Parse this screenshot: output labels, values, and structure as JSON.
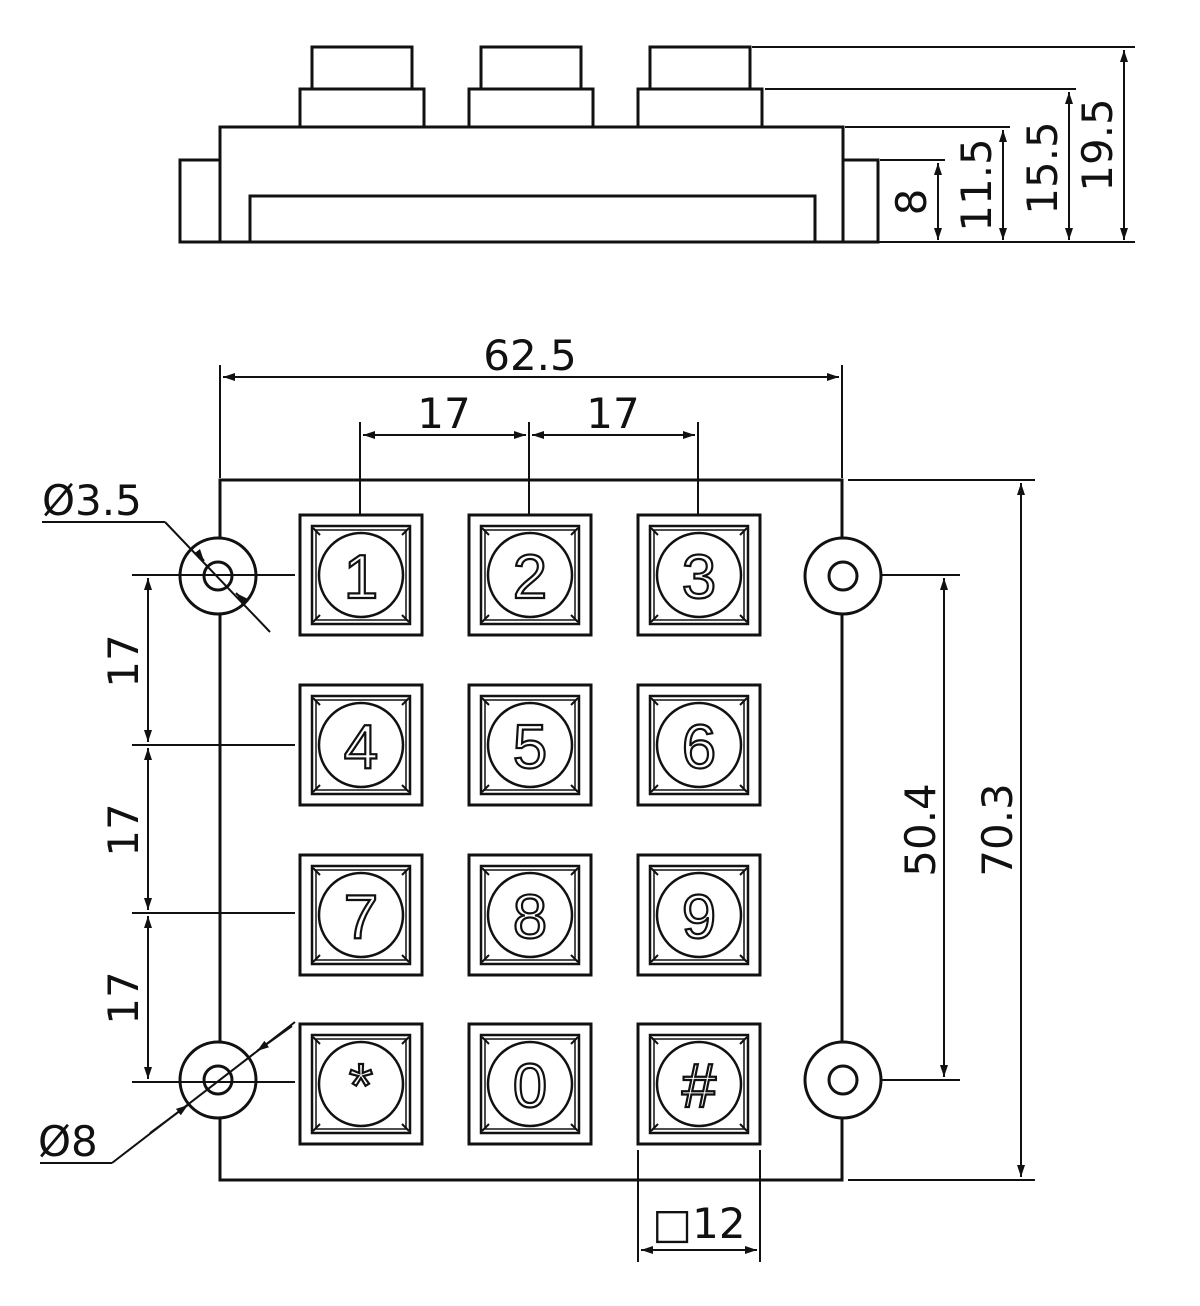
{
  "side_view": {
    "dimensions": {
      "d8": "8",
      "d11_5": "11.5",
      "d15_5": "15.5",
      "d19_5": "19.5"
    }
  },
  "top_view": {
    "dimensions": {
      "overall_width": "62.5",
      "key_pitch_1": "17",
      "key_pitch_2": "17",
      "row_pitch_1": "17",
      "row_pitch_2": "17",
      "row_pitch_3": "17",
      "hole_spacing": "50.4",
      "overall_height": "70.3",
      "key_size": "□12",
      "hole_diameter": "Ø3.5",
      "boss_diameter": "Ø8"
    },
    "keys": [
      "1",
      "2",
      "3",
      "4",
      "5",
      "6",
      "7",
      "8",
      "9",
      "*",
      "0",
      "#"
    ]
  },
  "colors": {
    "line": "#111111",
    "background": "#ffffff"
  }
}
